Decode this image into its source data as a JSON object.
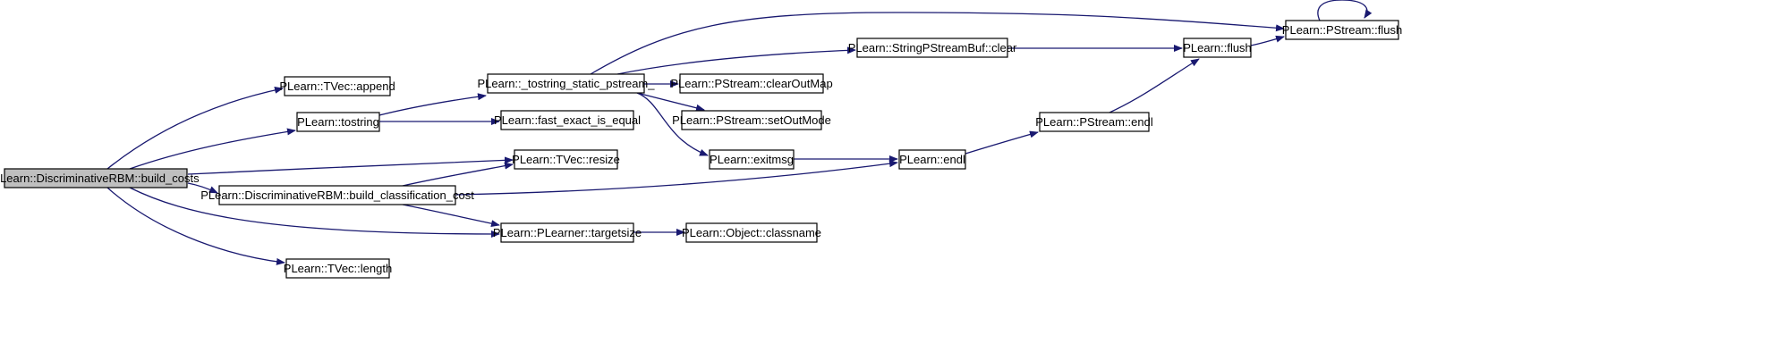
{
  "diagram": {
    "colors": {
      "edge": "#191970",
      "root_fill": "#bfbfbf",
      "node_fill": "#ffffff",
      "border": "#000000"
    },
    "nodes": [
      {
        "id": "build_costs",
        "label": "PLearn::DiscriminativeRBM::build_costs",
        "root": true
      },
      {
        "id": "append",
        "label": "PLearn::TVec::append"
      },
      {
        "id": "tostring",
        "label": "PLearn::tostring"
      },
      {
        "id": "resize",
        "label": "PLearn::TVec::resize"
      },
      {
        "id": "build_classification_cost",
        "label": "PLearn::DiscriminativeRBM::build_classification_cost"
      },
      {
        "id": "targetsize",
        "label": "PLearn::PLearner::targetsize"
      },
      {
        "id": "length",
        "label": "PLearn::TVec::length"
      },
      {
        "id": "tostring_static_pstream",
        "label": "PLearn::_tostring_static_pstream_"
      },
      {
        "id": "fast_exact_is_equal",
        "label": "PLearn::fast_exact_is_equal"
      },
      {
        "id": "clearOutMap",
        "label": "PLearn::PStream::clearOutMap"
      },
      {
        "id": "setOutMode",
        "label": "PLearn::PStream::setOutMode"
      },
      {
        "id": "exitmsg",
        "label": "PLearn::exitmsg"
      },
      {
        "id": "classname",
        "label": "PLearn::Object::classname"
      },
      {
        "id": "sps_clear",
        "label": "PLearn::StringPStreamBuf::clear"
      },
      {
        "id": "endl",
        "label": "PLearn::endl"
      },
      {
        "id": "pstream_endl",
        "label": "PLearn::PStream::endl"
      },
      {
        "id": "flush",
        "label": "PLearn::flush"
      },
      {
        "id": "pstream_flush",
        "label": "PLearn::PStream::flush"
      }
    ],
    "edges": [
      [
        "build_costs",
        "append"
      ],
      [
        "build_costs",
        "tostring"
      ],
      [
        "build_costs",
        "resize"
      ],
      [
        "build_costs",
        "build_classification_cost"
      ],
      [
        "build_costs",
        "targetsize"
      ],
      [
        "build_costs",
        "length"
      ],
      [
        "tostring",
        "tostring_static_pstream"
      ],
      [
        "tostring",
        "fast_exact_is_equal"
      ],
      [
        "tostring_static_pstream",
        "sps_clear"
      ],
      [
        "tostring_static_pstream",
        "clearOutMap"
      ],
      [
        "tostring_static_pstream",
        "setOutMode"
      ],
      [
        "tostring_static_pstream",
        "exitmsg"
      ],
      [
        "tostring_static_pstream",
        "pstream_flush"
      ],
      [
        "build_classification_cost",
        "resize"
      ],
      [
        "build_classification_cost",
        "targetsize"
      ],
      [
        "build_classification_cost",
        "endl"
      ],
      [
        "targetsize",
        "classname"
      ],
      [
        "exitmsg",
        "endl"
      ],
      [
        "sps_clear",
        "flush"
      ],
      [
        "endl",
        "pstream_endl"
      ],
      [
        "pstream_endl",
        "flush"
      ],
      [
        "flush",
        "pstream_flush"
      ],
      [
        "pstream_flush",
        "pstream_flush"
      ]
    ]
  }
}
